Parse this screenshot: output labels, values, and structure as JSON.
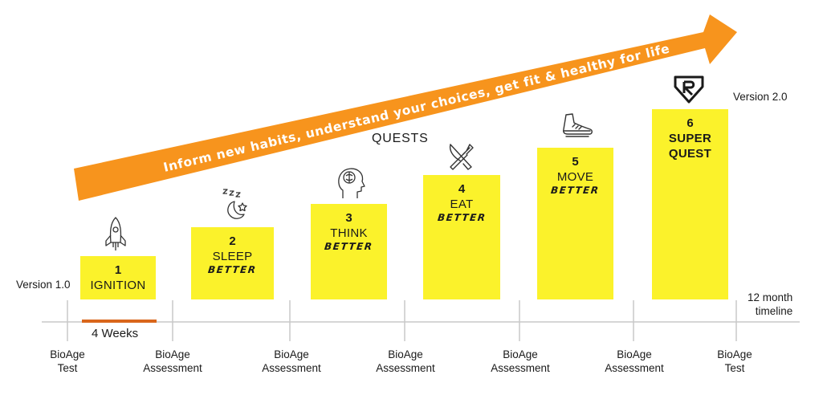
{
  "banner": {
    "text": "Inform new habits, understand your choices, get fit & healthy for life",
    "color": "#f7941d"
  },
  "quests_heading": "QUESTS",
  "version_start": "Version 1.0",
  "version_end": "Version 2.0",
  "timeline_end_label": {
    "line1": "12 month",
    "line2": "timeline"
  },
  "duration_label": "4 Weeks",
  "colors": {
    "box": "#fbf22b",
    "duration_bar": "#d9661b",
    "axis": "#c8c8c8",
    "banner": "#f7941d"
  },
  "quests": [
    {
      "number": "1",
      "name": "IGNITION",
      "name2": "",
      "better": "",
      "icon": "rocket-icon"
    },
    {
      "number": "2",
      "name": "SLEEP",
      "name2": "",
      "better": "BETTER",
      "icon": "sleep-moon-icon"
    },
    {
      "number": "3",
      "name": "THINK",
      "name2": "",
      "better": "BETTER",
      "icon": "head-brain-icon"
    },
    {
      "number": "4",
      "name": "EAT",
      "name2": "",
      "better": "BETTER",
      "icon": "fork-knife-icon"
    },
    {
      "number": "5",
      "name": "MOVE",
      "name2": "",
      "better": "BETTER",
      "icon": "sneaker-icon"
    },
    {
      "number": "6",
      "name": "SUPER",
      "name2": "QUEST",
      "better": "",
      "icon": "superquest-logo-icon"
    }
  ],
  "milestones": [
    {
      "line1": "BioAge",
      "line2": "Test"
    },
    {
      "line1": "BioAge",
      "line2": "Assessment"
    },
    {
      "line1": "BioAge",
      "line2": "Assessment"
    },
    {
      "line1": "BioAge",
      "line2": "Assessment"
    },
    {
      "line1": "BioAge",
      "line2": "Assessment"
    },
    {
      "line1": "BioAge",
      "line2": "Assessment"
    },
    {
      "line1": "BioAge",
      "line2": "Test"
    }
  ]
}
